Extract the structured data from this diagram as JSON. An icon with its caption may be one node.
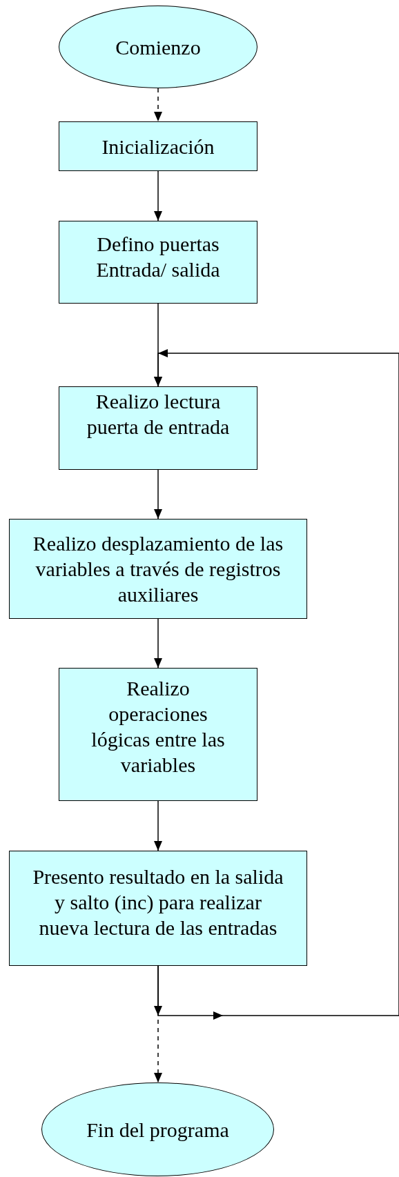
{
  "diagram": {
    "nodes": [
      {
        "text": [
          "Comienzo"
        ]
      },
      {
        "text": [
          "Inicialización"
        ]
      },
      {
        "text": [
          "Defino puertas Entrada/ salida"
        ]
      },
      {
        "text": [
          "Realizo lectura puerta de entrada"
        ]
      },
      {
        "text": [
          "Realizo desplazamiento de las variables a través de registros auxiliares"
        ]
      },
      {
        "text": [
          "Realizo operaciones lógicas entre las variables"
        ]
      },
      {
        "text": [
          "Presento resultado en la salida y salto (inc) para realizar nueva lectura de las entradas"
        ]
      },
      {
        "text": [
          "Fin del programa"
        ]
      }
    ],
    "edges": [
      {
        "from": 0,
        "to": 1,
        "arrow": "to",
        "style": "dashed"
      },
      {
        "from": 1,
        "to": 2,
        "arrow": "to"
      },
      {
        "from": 2,
        "to": 3,
        "arrow": "to"
      },
      {
        "from": 3,
        "to": 4,
        "arrow": "to"
      },
      {
        "from": 4,
        "to": 5,
        "arrow": "to"
      },
      {
        "from": 5,
        "to": 6,
        "arrow": "to"
      },
      {
        "from": 6,
        "to": 7,
        "arrow": "to",
        "style": "dashed"
      },
      {
        "from": 6,
        "to": 3,
        "arrow": "to"
      }
    ]
  }
}
